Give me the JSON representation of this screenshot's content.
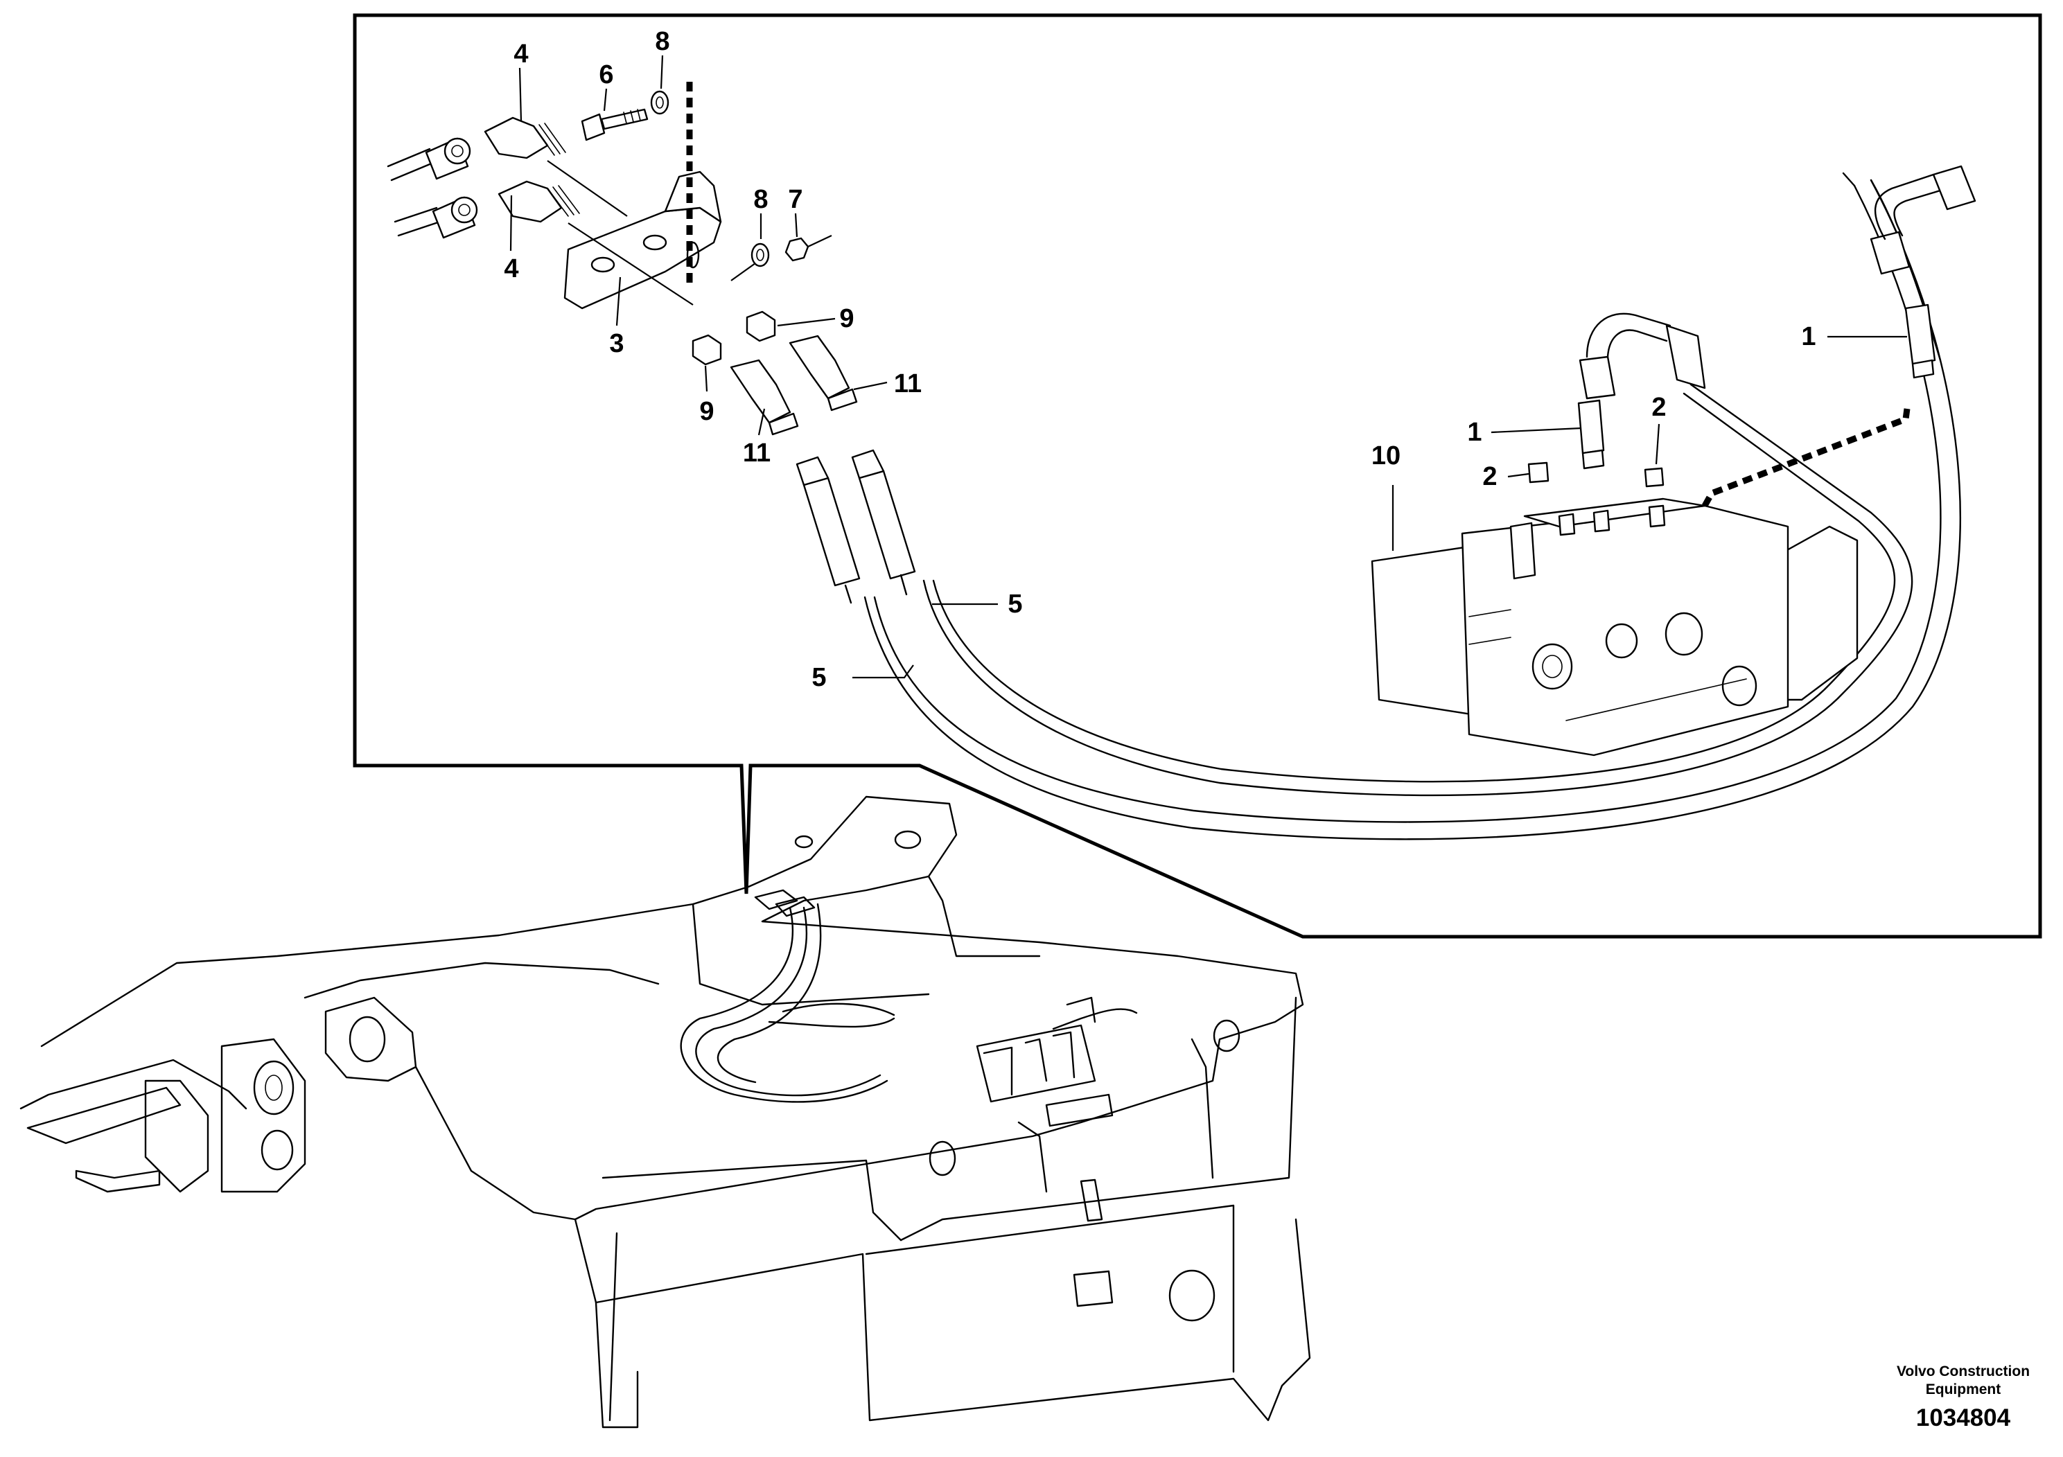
{
  "diagram": {
    "callouts": {
      "c1a": "1",
      "c1b": "1",
      "c2a": "2",
      "c2b": "2",
      "c3": "3",
      "c4a": "4",
      "c4b": "4",
      "c5a": "5",
      "c5b": "5",
      "c6": "6",
      "c7": "7",
      "c8a": "8",
      "c8b": "8",
      "c9a": "9",
      "c9b": "9",
      "c10": "10",
      "c11a": "11",
      "c11b": "11"
    }
  },
  "footer": {
    "brand_line1": "Volvo Construction",
    "brand_line2": "Equipment",
    "drawing_number": "1034804"
  }
}
